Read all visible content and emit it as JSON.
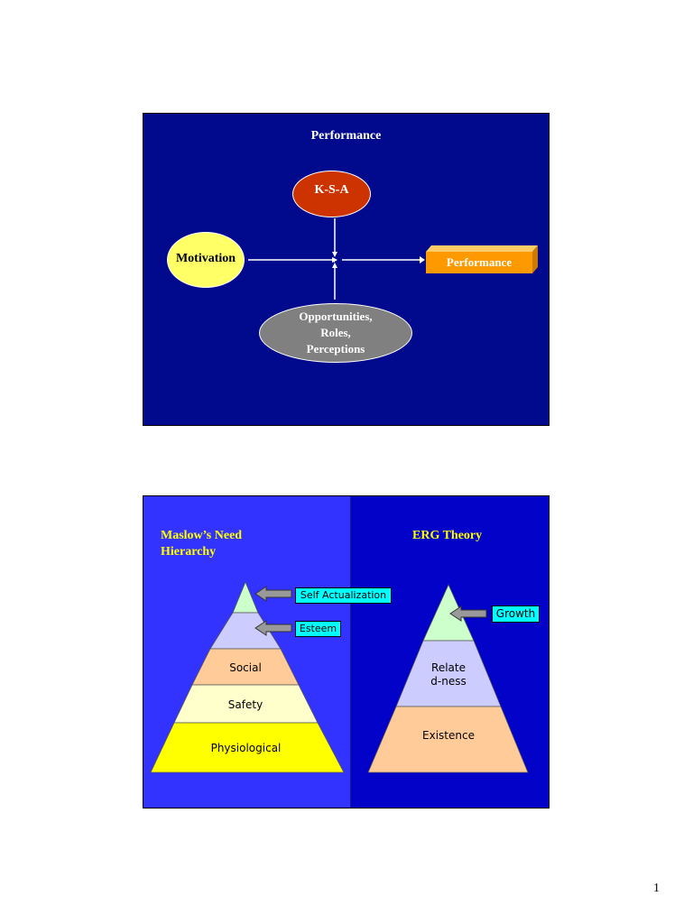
{
  "slide1": {
    "title": "Performance",
    "ksa": "K-S-A",
    "motivation": "Motivation",
    "performance_box": "Performance",
    "opportunities": [
      "Opportunities,",
      "Roles,",
      "Perceptions"
    ],
    "colors": {
      "background": "#010a8c",
      "ksa": "#cc3300",
      "motivation": "#ffff66",
      "performance_box": "#ff9900",
      "opportunities": "#808080",
      "arrows": "#ffffff"
    }
  },
  "slide2": {
    "maslow_title": [
      "Maslow’s Need",
      "Hierarchy"
    ],
    "erg_title": "ERG Theory",
    "maslow_levels": {
      "self_actualization": "Self Actualization",
      "esteem": "Esteem",
      "social": "Social",
      "safety": "Safety",
      "physiological": "Physiological"
    },
    "erg_levels": {
      "growth": "Growth",
      "relatedness": [
        "Relate",
        "d-ness"
      ],
      "existence": "Existence"
    },
    "colors": {
      "left_background": "#3333ff",
      "right_background": "#0202c8",
      "title": "#ffff00",
      "label_box": "#00ffff",
      "tier_top": "#ccffcc",
      "tier_esteem": "#ccccff",
      "tier_social": "#ffcc99",
      "tier_safety": "#ffffcc",
      "tier_physio": "#ffff00"
    }
  },
  "page_number": "1"
}
